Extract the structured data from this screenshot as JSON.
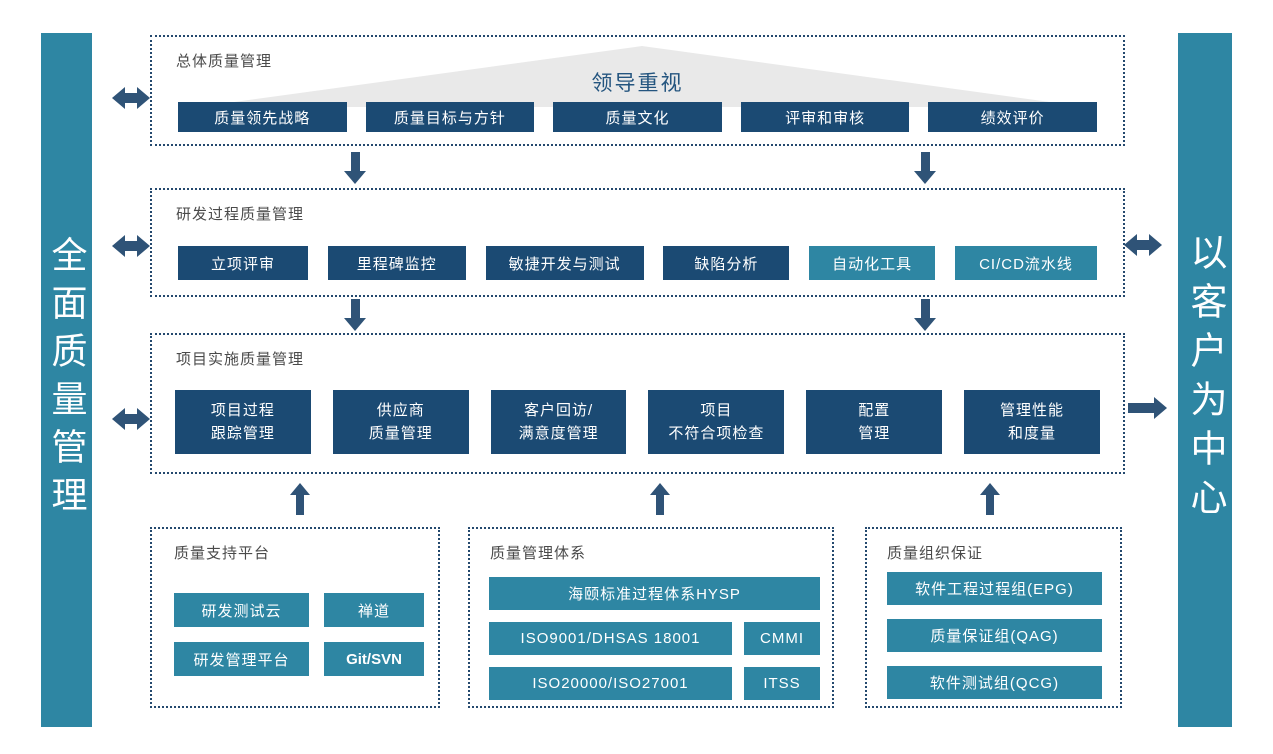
{
  "colors": {
    "navy": "#1B4A73",
    "teal": "#2E86A3",
    "arrow": "#2F5377",
    "border": "#24496E",
    "banner-fill": "#E9E9E9",
    "banner-text": "#24557F",
    "title-text": "#4A4A4A"
  },
  "left_bar": {
    "label": "全面质量管理"
  },
  "right_bar": {
    "label": "以客户为中心"
  },
  "overall_box": {
    "title": "总体质量管理",
    "banner": "领导重视",
    "buttons": [
      {
        "label": "质量领先战略"
      },
      {
        "label": "质量目标与方针"
      },
      {
        "label": "质量文化"
      },
      {
        "label": "评审和审核"
      },
      {
        "label": "绩效评价"
      }
    ]
  },
  "process_box": {
    "title": "研发过程质量管理",
    "buttons": [
      {
        "label": "立项评审",
        "color": "navy"
      },
      {
        "label": "里程碑监控",
        "color": "navy"
      },
      {
        "label": "敏捷开发与测试",
        "color": "navy"
      },
      {
        "label": "缺陷分析",
        "color": "navy"
      },
      {
        "label": "自动化工具",
        "color": "teal"
      },
      {
        "label": "CI/CD流水线",
        "color": "teal"
      }
    ]
  },
  "project_box": {
    "title": "项目实施质量管理",
    "buttons": [
      {
        "line1": "项目过程",
        "line2": "跟踪管理"
      },
      {
        "line1": "供应商",
        "line2": "质量管理"
      },
      {
        "line1": "客户回访/",
        "line2": "满意度管理"
      },
      {
        "line1": "项目",
        "line2": "不符合项检查"
      },
      {
        "line1": "配置",
        "line2": "管理"
      },
      {
        "line1": "管理性能",
        "line2": "和度量"
      }
    ]
  },
  "platform_box": {
    "title": "质量支持平台",
    "buttons": [
      {
        "label": "研发测试云"
      },
      {
        "label": "禅道"
      },
      {
        "label": "研发管理平台"
      },
      {
        "label": "Git/SVN"
      }
    ]
  },
  "system_box": {
    "title": "质量管理体系",
    "top_button": {
      "label": "海颐标准过程体系HYSP"
    },
    "rows": [
      {
        "wide": "ISO9001/DHSAS 18001",
        "narrow": "CMMI"
      },
      {
        "wide": "ISO20000/ISO27001",
        "narrow": "ITSS"
      }
    ]
  },
  "org_box": {
    "title": "质量组织保证",
    "buttons": [
      {
        "label": "软件工程过程组(EPG)"
      },
      {
        "label": "质量保证组(QAG)"
      },
      {
        "label": "软件测试组(QCG)"
      }
    ]
  }
}
